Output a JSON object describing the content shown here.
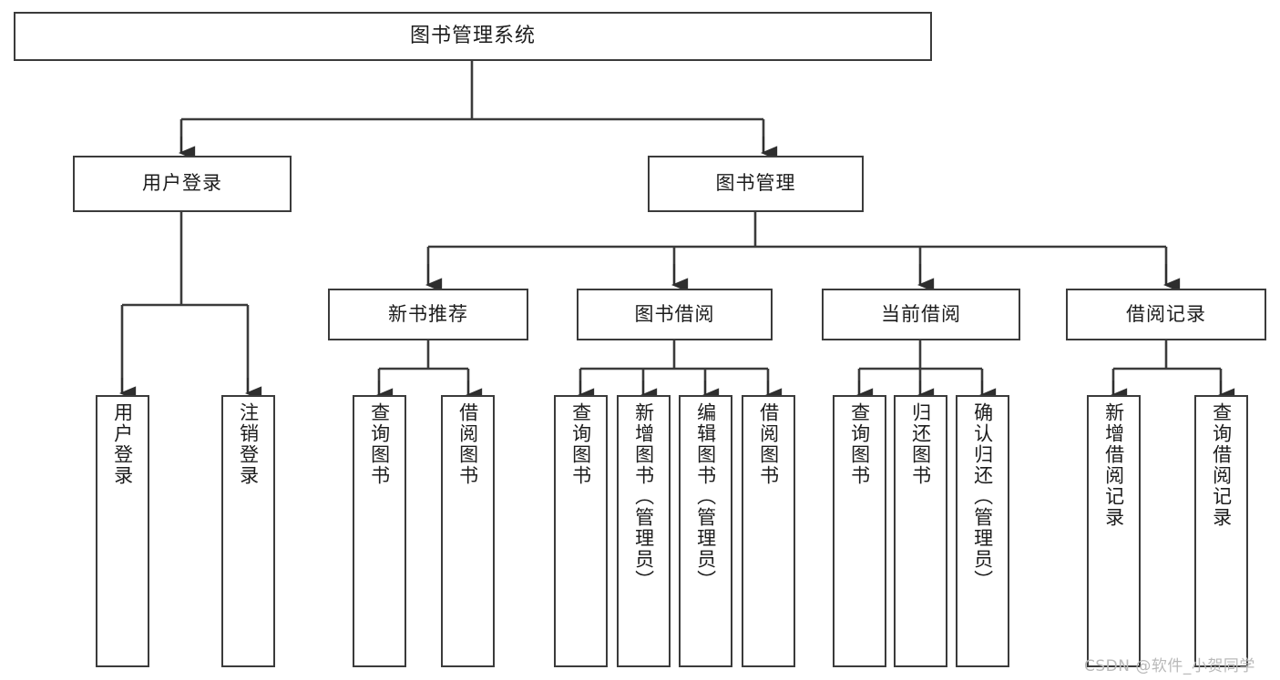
{
  "diagram": {
    "title": "图书管理系统",
    "type": "tree-hierarchy-diagram",
    "colors": {
      "background": "#ffffff",
      "border": "#3b3b3b",
      "text": "#1c1c1c",
      "edge": "#3b3b3b",
      "watermark": "#b9b9b9"
    },
    "root": {
      "label": "图书管理系统"
    },
    "level2": [
      {
        "label": "用户登录"
      },
      {
        "label": "图书管理"
      }
    ],
    "level3": [
      {
        "label": "新书推荐"
      },
      {
        "label": "图书借阅"
      },
      {
        "label": "当前借阅"
      },
      {
        "label": "借阅记录"
      }
    ],
    "leaves": {
      "user_login": [
        {
          "label": "用户登录"
        },
        {
          "label": "注销登录"
        }
      ],
      "new_book_recommend": [
        {
          "label": "查询图书"
        },
        {
          "label": "借阅图书"
        }
      ],
      "book_borrow": [
        {
          "label": "查询图书"
        },
        {
          "label": "新增图书（管理员）"
        },
        {
          "label": "编辑图书（管理员）"
        },
        {
          "label": "借阅图书"
        }
      ],
      "current_borrow": [
        {
          "label": "查询图书"
        },
        {
          "label": "归还图书"
        },
        {
          "label": "确认归还（管理员）"
        }
      ],
      "borrow_record": [
        {
          "label": "新增借阅记录"
        },
        {
          "label": "查询借阅记录"
        }
      ]
    }
  },
  "watermark": {
    "text": "CSDN @软件_小贺同学"
  }
}
